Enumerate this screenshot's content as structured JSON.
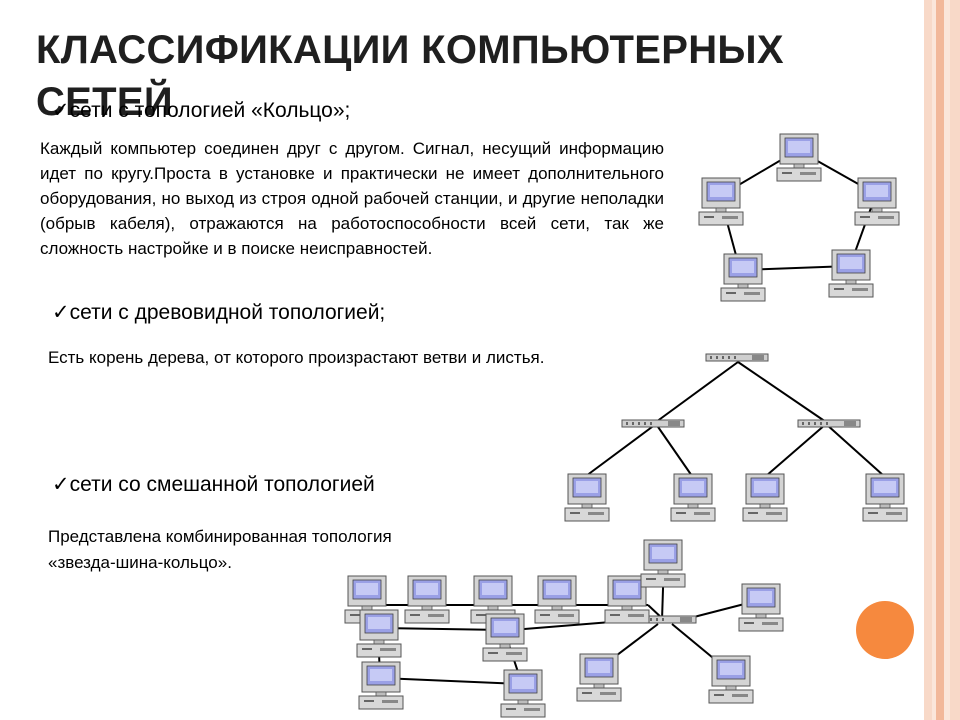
{
  "slide": {
    "title": "КЛАССИФИКАЦИИ КОМПЬЮТЕРНЫХ СЕТЕЙ",
    "check_symbol": "✓",
    "sections": {
      "ring": {
        "heading": "сети с топологией «Кольцо»;",
        "text": "Каждый компьютер соединен друг с другом. Сигнал, несущий информацию идет по кругу.Проста в установке и  практически не имеет дополнительного оборудования, но выход из строя одной рабочей станции, и другие неполадки (обрыв кабеля), отражаются на работоспособности всей сети, так же сложность настройке и в поиске неисправностей."
      },
      "tree": {
        "heading": "сети с древовидной топологией;",
        "text": "Есть корень дерева, от которого произрастают ветви и листья."
      },
      "mixed": {
        "heading": "сети со смешанной топологией",
        "text_line1": "Представлена комбинированная топология",
        "text_line2": "«звезда-шина-кольцо»."
      }
    }
  },
  "colors": {
    "stripe_1": "#f8d9c8",
    "stripe_2": "#f2b89a",
    "stripe_3": "#fbe6da",
    "accent_circle": "#f6893e"
  },
  "icons": {
    "computer": "computer-icon",
    "hub": "hub-icon",
    "check": "check-icon"
  }
}
